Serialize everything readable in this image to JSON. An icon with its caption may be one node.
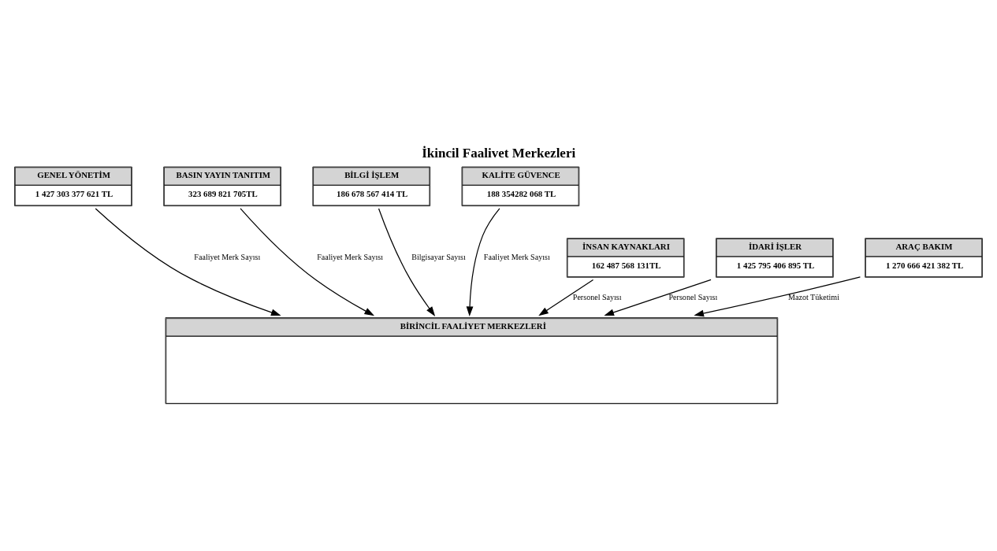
{
  "diagram": {
    "title": "İkincil Faalivet Merkezleri",
    "nodes": [
      {
        "text": [
          "GENEL YÖNETİM",
          "1 427 303 377 621 TL"
        ]
      },
      {
        "text": [
          "BASIN YAYIN TANITIM",
          "323 689 821 705TL"
        ]
      },
      {
        "text": [
          "BİLGİ İŞLEM",
          "186 678 567 414 TL"
        ]
      },
      {
        "text": [
          "KALİTE GÜVENCE",
          "188 354282 068 TL"
        ]
      },
      {
        "text": [
          "İNSAN KAYNAKLARI",
          "162 487 568 131TL"
        ]
      },
      {
        "text": [
          "İDARİ İŞLER",
          "1 425 795 406 895 TL"
        ]
      },
      {
        "text": [
          "ARAÇ BAKIM",
          "1 270 666 421 382 TL"
        ]
      },
      {
        "text": [
          "BİRİNCİL FAALİYET MERKEZLERİ"
        ]
      }
    ],
    "edges": [
      {
        "from": 0,
        "to": 7,
        "arrow": "to",
        "label": "Faaliyet Merk Sayısı"
      },
      {
        "from": 4,
        "to": 7,
        "arrow": "to",
        "label": "Personel Sayısı"
      },
      {
        "from": 1,
        "to": 7,
        "arrow": "to",
        "label": "Faaliyet Merk Sayısı"
      },
      {
        "from": 5,
        "to": 7,
        "arrow": "to",
        "label": "Personel Sayısı"
      },
      {
        "from": 2,
        "to": 7,
        "arrow": "to",
        "label": "Bilgisayar Sayısı"
      },
      {
        "from": 6,
        "to": 7,
        "arrow": "to",
        "label": "Mazot Tüketimi"
      },
      {
        "from": 3,
        "to": 7,
        "arrow": "to",
        "label": "Faaliyet Merk Sayısı"
      }
    ]
  }
}
